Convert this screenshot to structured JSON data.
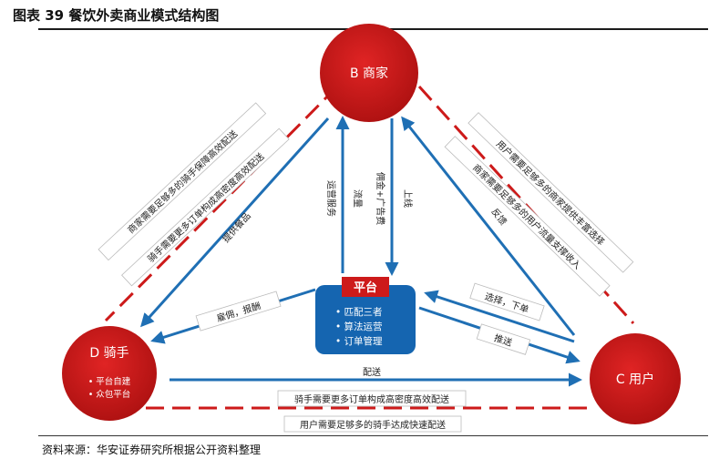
{
  "header": {
    "title": "图表 39 餐饮外卖商业模式结构图"
  },
  "footer": {
    "source": "资料来源：华安证券研究所根据公开资料整理"
  },
  "colors": {
    "red": "#cd1a1a",
    "blue": "#1f6fb4",
    "dash": "#cd1a1a"
  },
  "nodes": {
    "merchant": {
      "label": "B 商家"
    },
    "rider": {
      "label": "D 骑手",
      "items": [
        "• 平台自建",
        "• 众包平台"
      ]
    },
    "user": {
      "label": "C 用户"
    },
    "platform": {
      "label": "平台",
      "items": [
        "• 匹配三者",
        "• 算法运营",
        "• 订单管理"
      ]
    }
  },
  "labels": {
    "left_box_1": "商家需要足够多的骑手保障高效配送",
    "left_box_2": "骑手需要更多订单构成高密度高效配送",
    "left_arrow": "提供餐品",
    "mid_up_1": "运营服务",
    "mid_up_2": "流量",
    "mid_down_1": "佣金+广告费",
    "mid_down_2": "上线",
    "right_box_1": "用户需要足够多的商家提供丰富选择",
    "right_box_2": "商家需要足够多的用户流量支撑收入",
    "right_arrow": "反馈",
    "rider_platform": "雇佣，报酬",
    "user_to_platform": "选择，下单",
    "platform_to_user": "推送",
    "rider_user_arrow": "配送",
    "bottom_box_1": "骑手需要更多订单构成高密度高效配送",
    "bottom_box_2": "用户需要足够多的骑手达成快速配送"
  }
}
